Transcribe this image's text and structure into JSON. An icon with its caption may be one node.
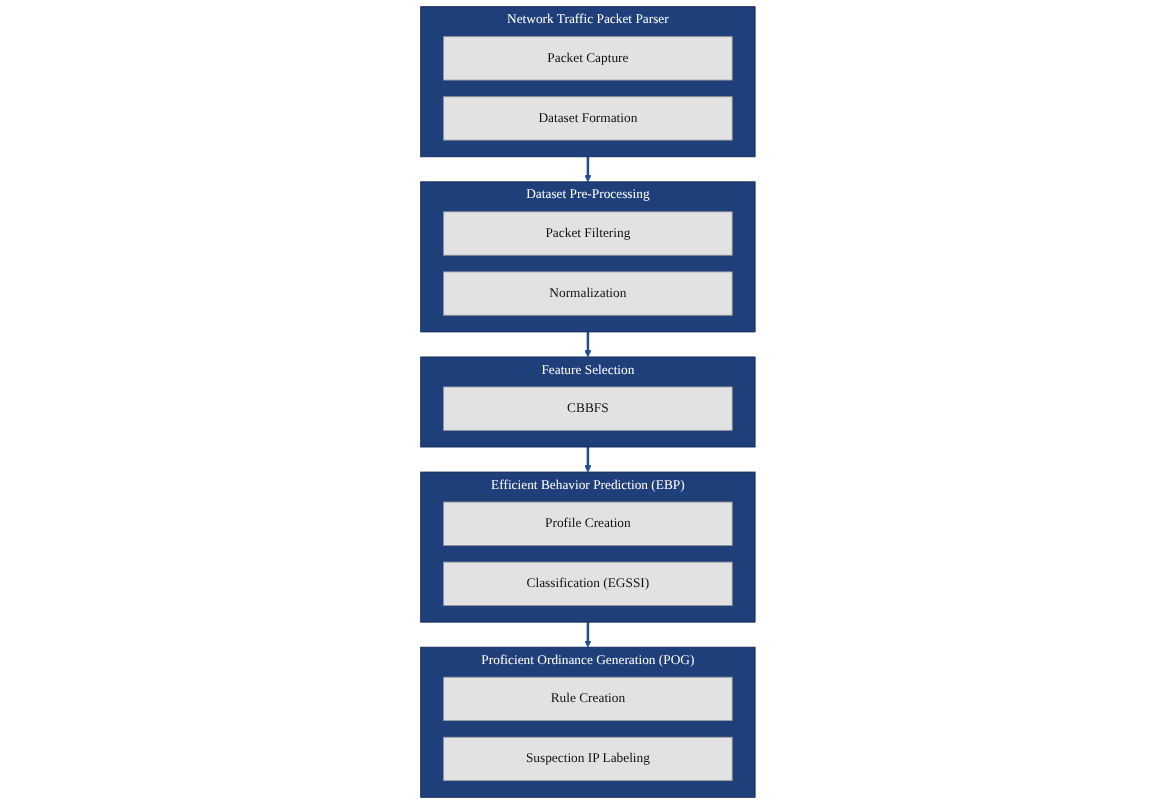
{
  "diagram": {
    "nodes": [
      {
        "text": [
          "Network Traffic Packet Parser"
        ]
      },
      {
        "text": [
          "Packet Capture"
        ],
        "in": 0
      },
      {
        "text": [
          "Dataset Formation"
        ],
        "in": 0
      },
      {
        "text": [
          "Dataset Pre-Processing"
        ]
      },
      {
        "text": [
          "Packet Filtering"
        ],
        "in": 3
      },
      {
        "text": [
          "Normalization"
        ],
        "in": 3
      },
      {
        "text": [
          "Feature Selection"
        ]
      },
      {
        "text": [
          "CBBFS"
        ],
        "in": 6
      },
      {
        "text": [
          "Efficient Behavior Prediction (EBP)"
        ]
      },
      {
        "text": [
          "Profile Creation"
        ],
        "in": 8
      },
      {
        "text": [
          "Classification (EGSSI)"
        ],
        "in": 8
      },
      {
        "text": [
          "Proficient Ordinance Generation (POG)"
        ]
      },
      {
        "text": [
          "Rule Creation"
        ],
        "in": 11
      },
      {
        "text": [
          "Suspection IP Labeling"
        ],
        "in": 11
      }
    ],
    "edges": [
      {
        "from": 0,
        "to": 3,
        "arrow": "to"
      },
      {
        "from": 3,
        "to": 6,
        "arrow": "to"
      },
      {
        "from": 6,
        "to": 8,
        "arrow": "to"
      },
      {
        "from": 8,
        "to": 11,
        "arrow": "to"
      }
    ]
  }
}
